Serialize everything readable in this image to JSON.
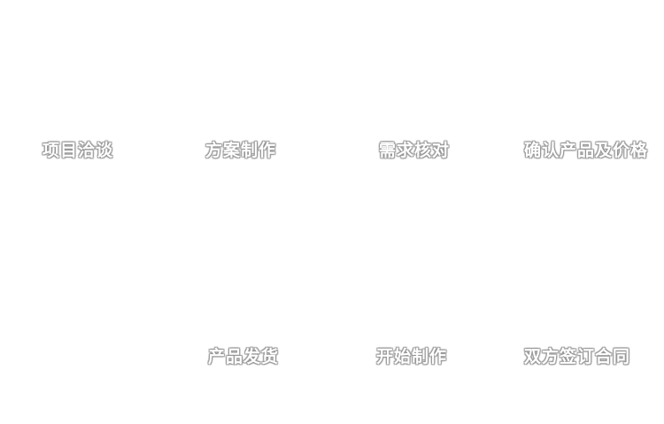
{
  "diagram": {
    "title": "process-flow",
    "top_row": [
      "项目洽谈",
      "方案制作",
      "需求核对",
      "确认产品及价格"
    ],
    "bottom_row": [
      "产品发货",
      "开始制作",
      "双方签订合同"
    ]
  },
  "colors": {
    "background": "#ffffff",
    "label_fill": "#ffffff",
    "label_outline": "#969696"
  }
}
